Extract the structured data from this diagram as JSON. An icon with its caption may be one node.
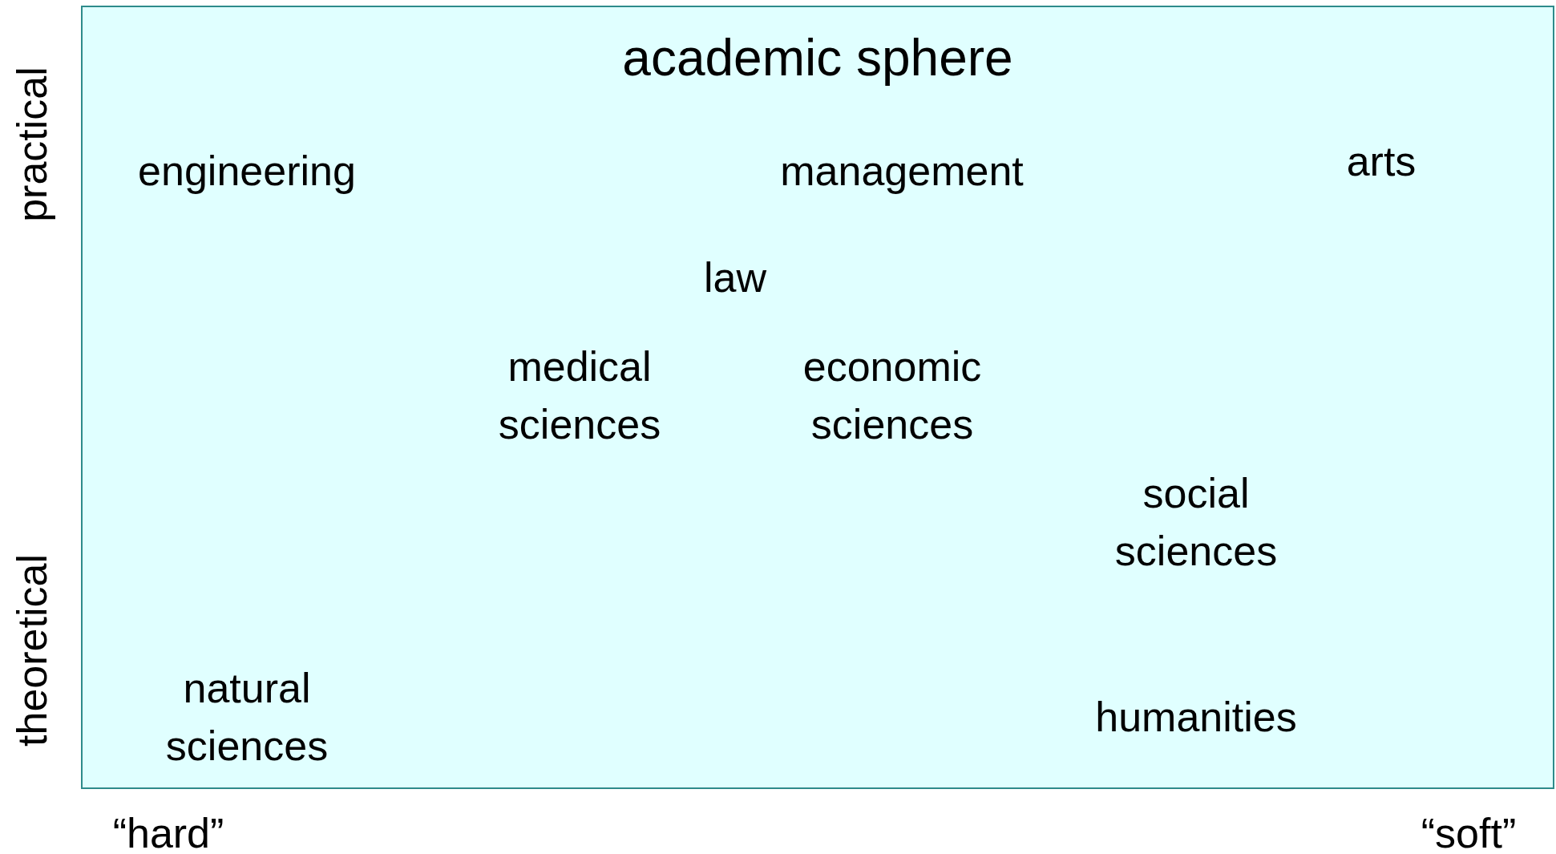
{
  "diagram": {
    "nodes": [
      {
        "text": [
          "academic sphere"
        ]
      }
    ],
    "labels": [
      "practical",
      "engineering",
      "management",
      "arts",
      "law",
      "medical sciences",
      "economic sciences",
      "social sciences",
      "theoretical",
      "natural sciences",
      "humanities",
      "“hard”",
      "“soft”"
    ]
  }
}
